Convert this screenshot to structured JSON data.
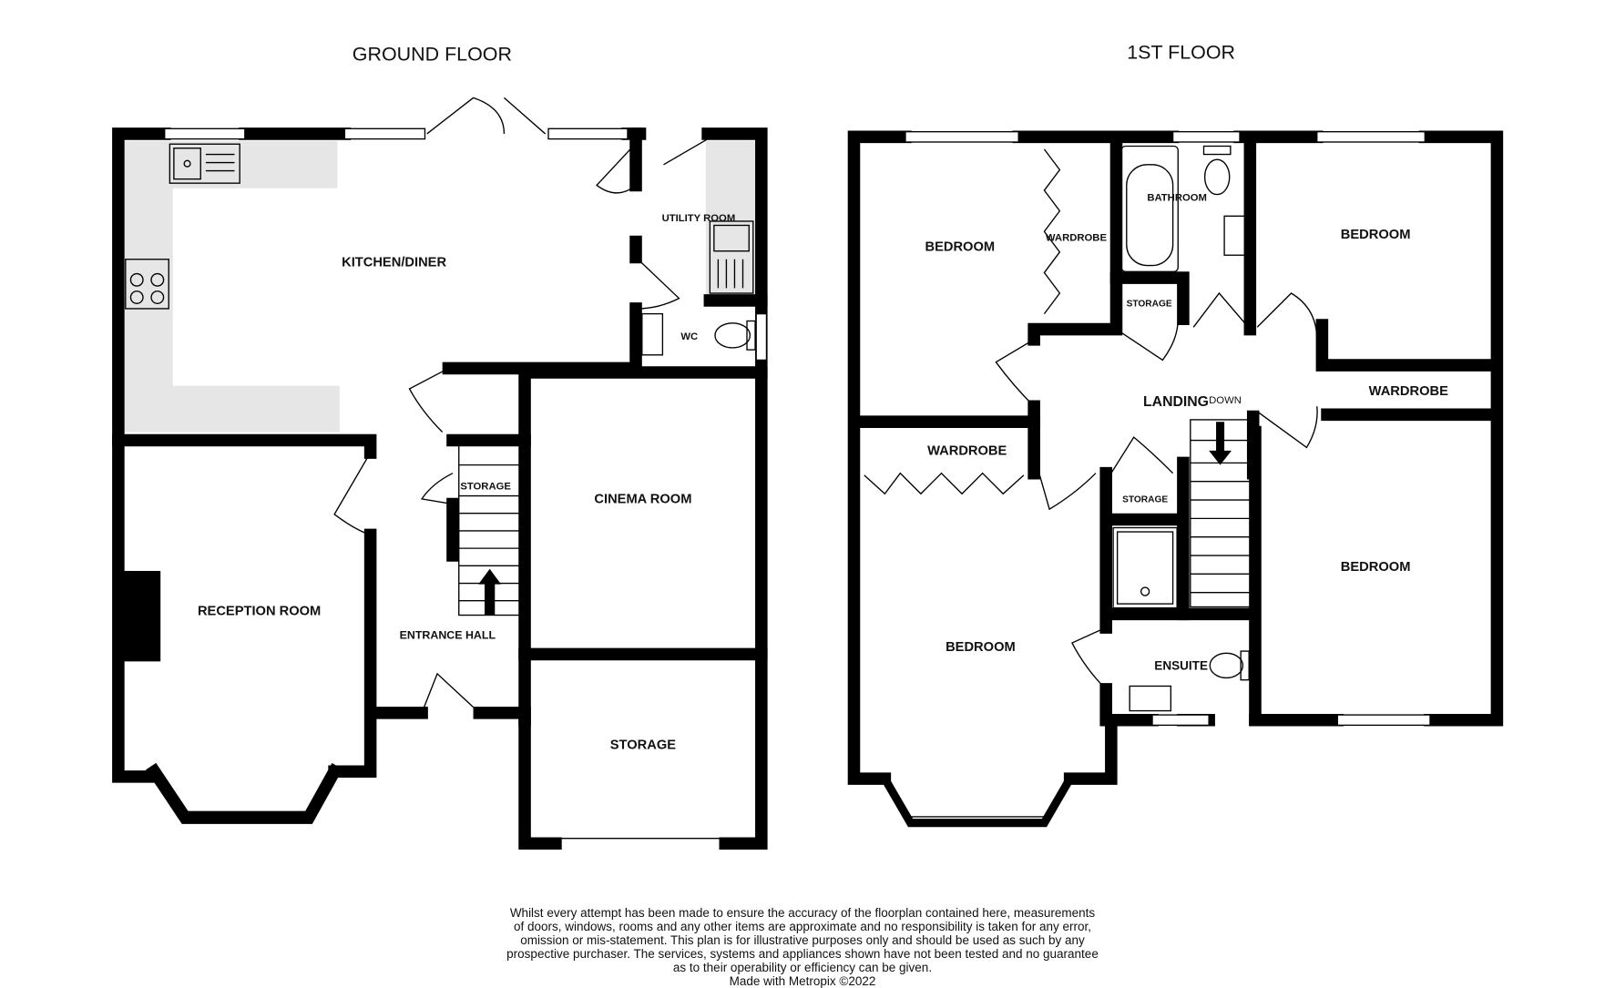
{
  "floors": [
    {
      "title": "GROUND FLOOR",
      "rooms": [
        "KITCHEN/DINER",
        "UTILITY ROOM",
        "WC",
        "RECEPTION ROOM",
        "ENTRANCE HALL",
        "STORAGE",
        "CINEMA ROOM",
        "STORAGE"
      ]
    },
    {
      "title": "1ST FLOOR",
      "rooms": [
        "BEDROOM",
        "WARDROBE",
        "BATHROOM",
        "STORAGE",
        "BEDROOM",
        "LANDING",
        "DOWN",
        "WARDROBE",
        "WARDROBE",
        "STORAGE",
        "BEDROOM",
        "ENSUITE",
        "BEDROOM"
      ]
    }
  ],
  "disclaimer": [
    "Whilst every attempt has been made to ensure the accuracy of the floorplan contained here, measurements",
    "of doors, windows, rooms and any other items are approximate and no responsibility is taken for any error,",
    "omission or mis-statement. This plan is for illustrative purposes only and should be used as such by any",
    "prospective purchaser. The services, systems and appliances shown have not been tested and no guarantee",
    "as to their operability or efficiency can be given.",
    "Made with Metropix ©2022"
  ],
  "colors": {
    "wall": "#000000",
    "kitchen_units": "#e6e6e6"
  }
}
